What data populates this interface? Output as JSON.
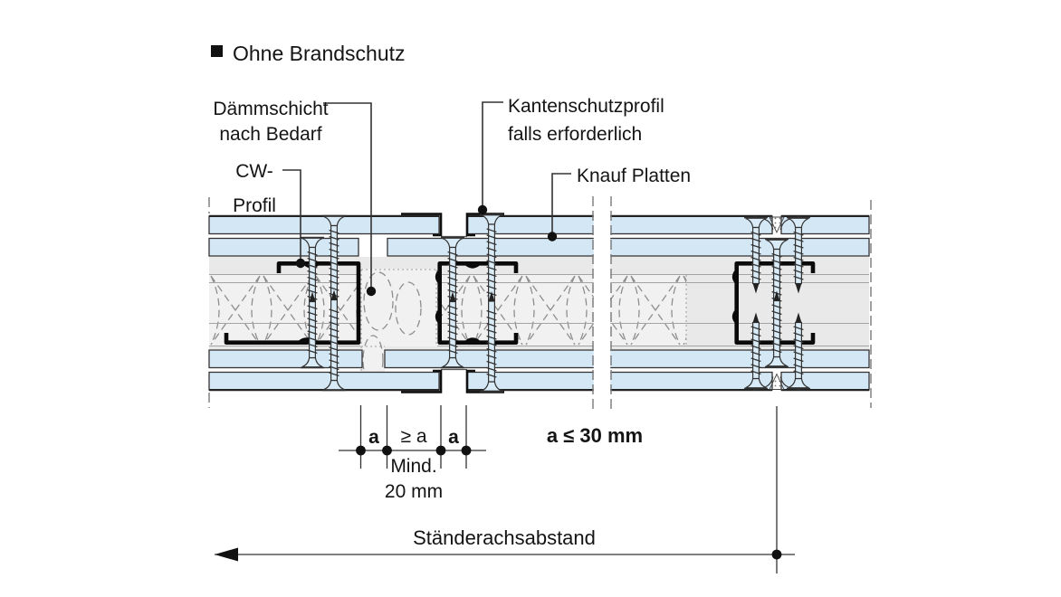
{
  "title": {
    "text": "Ohne Brandschutz",
    "bullet_icon": "filled-square"
  },
  "labels": {
    "daemmschicht_line1": "Dämmschicht",
    "daemmschicht_line2": "nach Bedarf",
    "kantenschutz_line1": "Kantenschutzprofil",
    "kantenschutz_line2": "falls erforderlich",
    "cw_line1": "CW-",
    "cw_line2": "Profil",
    "knauf": "Knauf Platten"
  },
  "dimensions": {
    "a_left": "a",
    "a_middle": "≥ a",
    "a_right": "a",
    "joint_max": "a ≤ 30 mm",
    "min_label_line1": "Mind.",
    "min_label_line2": "20 mm",
    "stud_spacing": "Ständerachsabstand"
  },
  "colors": {
    "board_fill": "#d4e7f5",
    "core_fill": "#e9e9e9",
    "insulation_bg": "#f1f1f1",
    "profile_stroke": "#0a0a0a",
    "line": "#333333"
  }
}
